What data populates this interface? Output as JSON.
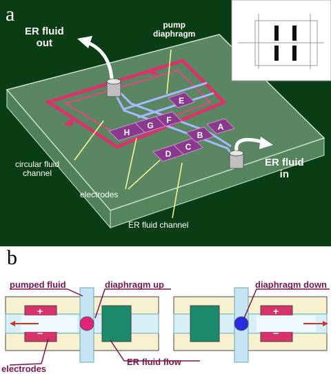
{
  "panel_a": {
    "letter": "a",
    "labels": {
      "er_out_1": "ER fluid",
      "er_out_2": "out",
      "pump_1": "pump",
      "pump_2": "diaphragm",
      "circular_1": "circular fluid",
      "circular_2": "channel",
      "electrodes": "electrodes",
      "er_in_1": "ER fluid",
      "er_in_2": "in",
      "er_channel": "ER fluid channel"
    },
    "electrode_letters": [
      "H",
      "G",
      "F",
      "E",
      "D",
      "C",
      "B",
      "A"
    ]
  },
  "panel_b": {
    "letter": "b",
    "labels": {
      "pumped_fluid": "pumped fluid",
      "diaphragm_up": "diaphragm up",
      "diaphragm_down": "diaphragm down",
      "electrodes": "electrodes",
      "er_fluid_flow": "ER fluid flow"
    },
    "signs": {
      "plus": "+",
      "minus": "−"
    }
  },
  "colors": {
    "background_a": "#0b3d14",
    "electrode": "#8a3a8c",
    "circular_channel": "#d6336b",
    "label_b": "#7a1450",
    "diaphragm_up": "#e0247a",
    "diaphragm_down": "#2a2ae0",
    "green_block": "#1a8a6a"
  }
}
